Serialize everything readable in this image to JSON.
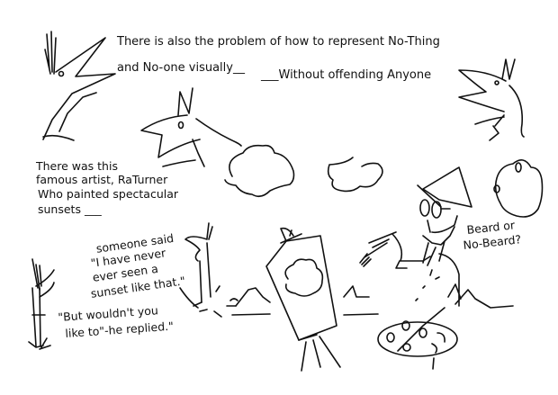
{
  "illustration": {
    "caption_line1": "There is also the problem of how to represent No-Thing",
    "caption_line2": "and No-one visually__",
    "caption_line3": "___Without offending Anyone",
    "story_line1": "There was this",
    "story_line2": "famous artist, RaTurner",
    "story_line3": "Who painted spectacular",
    "story_line4": "sunsets ___",
    "quote1_line1": "someone said",
    "quote1_line2": "\"I have never",
    "quote1_line3": "ever seen a",
    "quote1_line4": "sunset like that.\"",
    "reply_line1": "\"But wouldn't you",
    "reply_line2": "like to\"-he replied.\"",
    "beard_line1": "Beard or",
    "beard_line2": "No-Beard?",
    "ink_color": "#111111",
    "paper_color": "#ffffff"
  }
}
